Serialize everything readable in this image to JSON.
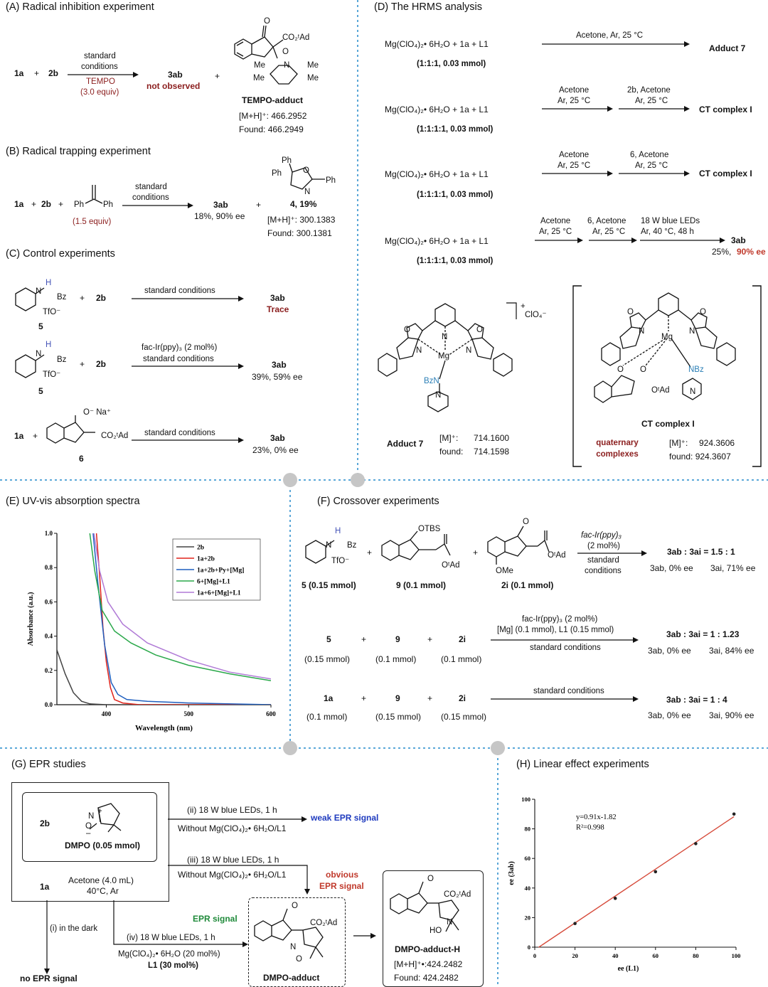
{
  "A": {
    "title": "(A) Radical inhibition experiment",
    "r1": "1a",
    "plus": "+",
    "r2": "2b",
    "cond1": "standard",
    "cond2": "conditions",
    "reagent": "TEMPO",
    "equiv": "(3.0 equiv)",
    "product": "3ab",
    "not_observed": "not observed",
    "adduct_label": "TEMPO-adduct",
    "mh": "[M+H]⁺: 466.2952",
    "found": "Found: 466.2949",
    "atoms": {
      "o": "O",
      "co2ad": "CO₂ᵗAd",
      "me": "Me",
      "n": "N"
    }
  },
  "B": {
    "title": "(B) Radical trapping experiment",
    "r1": "1a",
    "r2": "2b",
    "plus": "+",
    "olefin_ph1": "Ph",
    "olefin_ph2": "Ph",
    "equiv": "(1.5 equiv)",
    "cond1": "standard",
    "cond2": "conditions",
    "product": "3ab",
    "yield": "18%, 90% ee",
    "p4": "4, 19%",
    "mh": "[M+H]⁺: 300.1383",
    "found": "Found:  300.1381",
    "atoms": {
      "ph": "Ph",
      "o": "O",
      "n": "N"
    }
  },
  "C": {
    "title": "(C) Control experiments",
    "rows": [
      {
        "r1": "5",
        "r2": "2b",
        "cond1": "standard conditions",
        "cond2": "",
        "product": "3ab",
        "result": "Trace"
      },
      {
        "r1": "5",
        "r2": "2b",
        "cond1": "fac-Ir(ppy)₃ (2 mol%)",
        "cond2": "standard conditions",
        "product": "3ab",
        "result": "39%, 59% ee"
      },
      {
        "r1": "1a",
        "r2": "6",
        "cond1": "standard conditions",
        "cond2": "",
        "product": "3ab",
        "result": "23%, 0% ee"
      }
    ],
    "atoms": {
      "h": "H",
      "n": "N",
      "bz": "Bz",
      "tfo": "TfO⁻",
      "ona": "O⁻ Na⁺",
      "co2ad": "CO₂ᵗAd",
      "plus": "+"
    }
  },
  "D": {
    "title": "(D) The HRMS analysis",
    "rows": [
      {
        "reagents": "Mg(ClO₄)₂• 6H₂O   +   1a   +   L1",
        "ratio": "(1:1:1, 0.03 mmol)",
        "cond": "Acetone, Ar, 25 °C",
        "cond2": "",
        "cond3": "",
        "product": "Adduct 7"
      },
      {
        "reagents": "Mg(ClO₄)₂• 6H₂O   +   1a   +   L1",
        "ratio": "(1:1:1:1, 0.03 mmol)",
        "cond": "Acetone",
        "cond2": "Ar, 25 °C",
        "cond3": "2b, Acetone",
        "cond4": "Ar, 25 °C",
        "product": "CT complex I"
      },
      {
        "reagents": "Mg(ClO₄)₂• 6H₂O   +   1a   +   L1",
        "ratio": "(1:1:1:1, 0.03 mmol)",
        "cond": "Acetone",
        "cond2": "Ar, 25 °C",
        "cond3": "6, Acetone",
        "cond4": "Ar, 25 °C",
        "product": "CT complex I"
      },
      {
        "reagents": "Mg(ClO₄)₂• 6H₂O   +   1a   +   L1",
        "ratio": "(1:1:1:1, 0.03 mmol)",
        "cond": "Acetone",
        "cond2": "Ar, 25 °C",
        "cond3": "6, Acetone",
        "cond4": "Ar, 25 °C",
        "cond5": "18 W blue LEDs",
        "cond6": "Ar, 40 °C, 48 h",
        "product": "3ab",
        "yield": "25%,",
        "ee": "90% ee"
      }
    ],
    "adduct7": {
      "label": "Adduct 7",
      "m": "[M]⁺:",
      "m_val": "714.1600",
      "found": "found:",
      "found_val": "714.1598",
      "counter": "ClO₄⁻",
      "charge": "+"
    },
    "ct": {
      "label": "CT complex I",
      "quat": "quaternary complexes",
      "m": "[M]⁺:",
      "m_val": "924.3606",
      "found": "found: 924.3607"
    },
    "atoms": {
      "mg": "Mg",
      "n": "N",
      "o": "O",
      "bzn": "BzN",
      "nbz": "NBz",
      "oad": "OᵗAd",
      "plus": "+"
    }
  },
  "E": {
    "title": "(E) UV-vis absorption spectra",
    "chart_data": {
      "type": "line",
      "xlabel": "Wavelength (nm)",
      "ylabel": "Absorbance (a.u.)",
      "xlim": [
        340,
        600
      ],
      "ylim": [
        0,
        1.0
      ],
      "xticks": [
        "400",
        "500",
        "600"
      ],
      "yticks": [
        "0.0",
        "0.2",
        "0.4",
        "0.6",
        "0.8",
        "1.0"
      ],
      "series": [
        {
          "name": "2b",
          "color": "#444444",
          "points": [
            [
              340,
              0.32
            ],
            [
              350,
              0.18
            ],
            [
              360,
              0.07
            ],
            [
              370,
              0.02
            ],
            [
              380,
              0.005
            ],
            [
              400,
              0.0
            ],
            [
              600,
              0.0
            ]
          ]
        },
        {
          "name": "1a+2b",
          "color": "#e0241b",
          "points": [
            [
              388,
              1.0
            ],
            [
              392,
              0.75
            ],
            [
              396,
              0.45
            ],
            [
              400,
              0.25
            ],
            [
              405,
              0.1
            ],
            [
              410,
              0.03
            ],
            [
              420,
              0.01
            ],
            [
              440,
              0.0
            ],
            [
              600,
              0.0
            ]
          ]
        },
        {
          "name": "1a+2b+Py+[Mg]",
          "color": "#1f5fbf",
          "points": [
            [
              384,
              1.0
            ],
            [
              390,
              0.7
            ],
            [
              398,
              0.35
            ],
            [
              406,
              0.13
            ],
            [
              414,
              0.06
            ],
            [
              425,
              0.03
            ],
            [
              450,
              0.02
            ],
            [
              500,
              0.01
            ],
            [
              600,
              0.0
            ]
          ]
        },
        {
          "name": "6+[Mg]+L1",
          "color": "#2aa84a",
          "points": [
            [
              380,
              1.0
            ],
            [
              386,
              0.78
            ],
            [
              395,
              0.55
            ],
            [
              410,
              0.43
            ],
            [
              430,
              0.36
            ],
            [
              460,
              0.29
            ],
            [
              500,
              0.23
            ],
            [
              550,
              0.18
            ],
            [
              600,
              0.14
            ]
          ]
        },
        {
          "name": "1a+6+[Mg]+L1",
          "color": "#b07ad6",
          "points": [
            [
              385,
              1.0
            ],
            [
              392,
              0.78
            ],
            [
              402,
              0.6
            ],
            [
              420,
              0.47
            ],
            [
              450,
              0.36
            ],
            [
              500,
              0.26
            ],
            [
              550,
              0.19
            ],
            [
              600,
              0.15
            ]
          ]
        }
      ]
    }
  },
  "F": {
    "title": "(F) Crossover experiments",
    "r1": "5 (0.15 mmol)",
    "r2": "9 (0.1 mmol)",
    "r3": "2i (0.1 mmol)",
    "cond_a": "fac-Ir(ppy)₃",
    "cond_b": "(2 mol%)",
    "cond_c": "standard",
    "cond_d": "conditions",
    "res1": "3ab : 3ai = 1.5 : 1",
    "res1b": "3ab, 0% ee",
    "res1c": "3ai, 71% ee",
    "row2": {
      "a": "5",
      "b": "9",
      "c": "2i",
      "qa": "(0.15 mmol)",
      "qb": "(0.1 mmol)",
      "qc": "(0.1 mmol)",
      "cond1": "fac-Ir(ppy)₃ (2 mol%)",
      "cond2": "[Mg] (0.1 mmol), L1 (0.15 mmol)",
      "cond3": "standard conditions",
      "res": "3ab : 3ai = 1 : 1.23",
      "resb": "3ab, 0% ee",
      "resc": "3ai, 84% ee"
    },
    "row3": {
      "a": "1a",
      "b": "9",
      "c": "2i",
      "qa": "(0.1 mmol)",
      "qb": "(0.15 mmol)",
      "qc": "(0.15 mmol)",
      "cond1": "standard conditions",
      "res": "3ab : 3ai = 1 : 4",
      "resb": "3ab, 0% ee",
      "resc": "3ai, 90% ee"
    },
    "atoms": {
      "h": "H",
      "n": "N",
      "bz": "Bz",
      "tfo": "TfO⁻",
      "otbs": "OTBS",
      "oad": "OᵗAd",
      "o": "O",
      "ome": "OMe",
      "plus": "+"
    }
  },
  "G": {
    "title": "(G) EPR studies",
    "r2b": "2b",
    "dmpo": "DMPO (0.05 mmol)",
    "r1a": "1a",
    "solvent": "Acetone (4.0 mL)",
    "temp": "40°C, Ar",
    "ii_a": "(ii) 18 W  blue LEDs, 1 h",
    "ii_b": "Without Mg(ClO₄)₂• 6H₂O/L1",
    "weak": "weak EPR signal",
    "iii_a": "(iii) 18 W  blue LEDs, 1 h",
    "iii_b": "Without Mg(ClO₄)₂• 6H₂O/L1",
    "obvious1": "obvious",
    "obvious2": "EPR signal",
    "i": "(i) in the dark",
    "no": "no EPR signal",
    "iv_a": "(iv) 18 W  blue LEDs, 1 h",
    "iv_b": "Mg(ClO₄)₂• 6H₂O (20 mol%)",
    "iv_c": "L1 (30 mol%)",
    "epr": "EPR signal",
    "adduct": "DMPO-adduct",
    "adducth": "DMPO-adduct-H",
    "mh": "[M+H]⁺•:424.2482",
    "found": "Found:  424.2482",
    "atoms": {
      "o": "O",
      "n": "N",
      "co2ad": "CO₂ᵗAd",
      "ho": "HO",
      "plus": "+",
      "minus": "–"
    }
  },
  "H": {
    "title": "(H) Linear effect experiments",
    "chart_data": {
      "type": "scatter",
      "xlabel": "ee (L1)",
      "ylabel": "ee (3ab)",
      "xlim": [
        0,
        100
      ],
      "ylim": [
        0,
        100
      ],
      "xticks": [
        "0",
        "20",
        "40",
        "60",
        "80",
        "100"
      ],
      "yticks": [
        "0",
        "20",
        "40",
        "60",
        "80",
        "100"
      ],
      "x": [
        20,
        40,
        60,
        80,
        99
      ],
      "y": [
        16,
        33,
        51,
        70,
        90
      ],
      "fit": {
        "slope": 0.91,
        "intercept": -1.82,
        "color": "#d64a3a"
      },
      "equation": "y=0.91x-1.82",
      "r2": "R²=0.998"
    }
  }
}
